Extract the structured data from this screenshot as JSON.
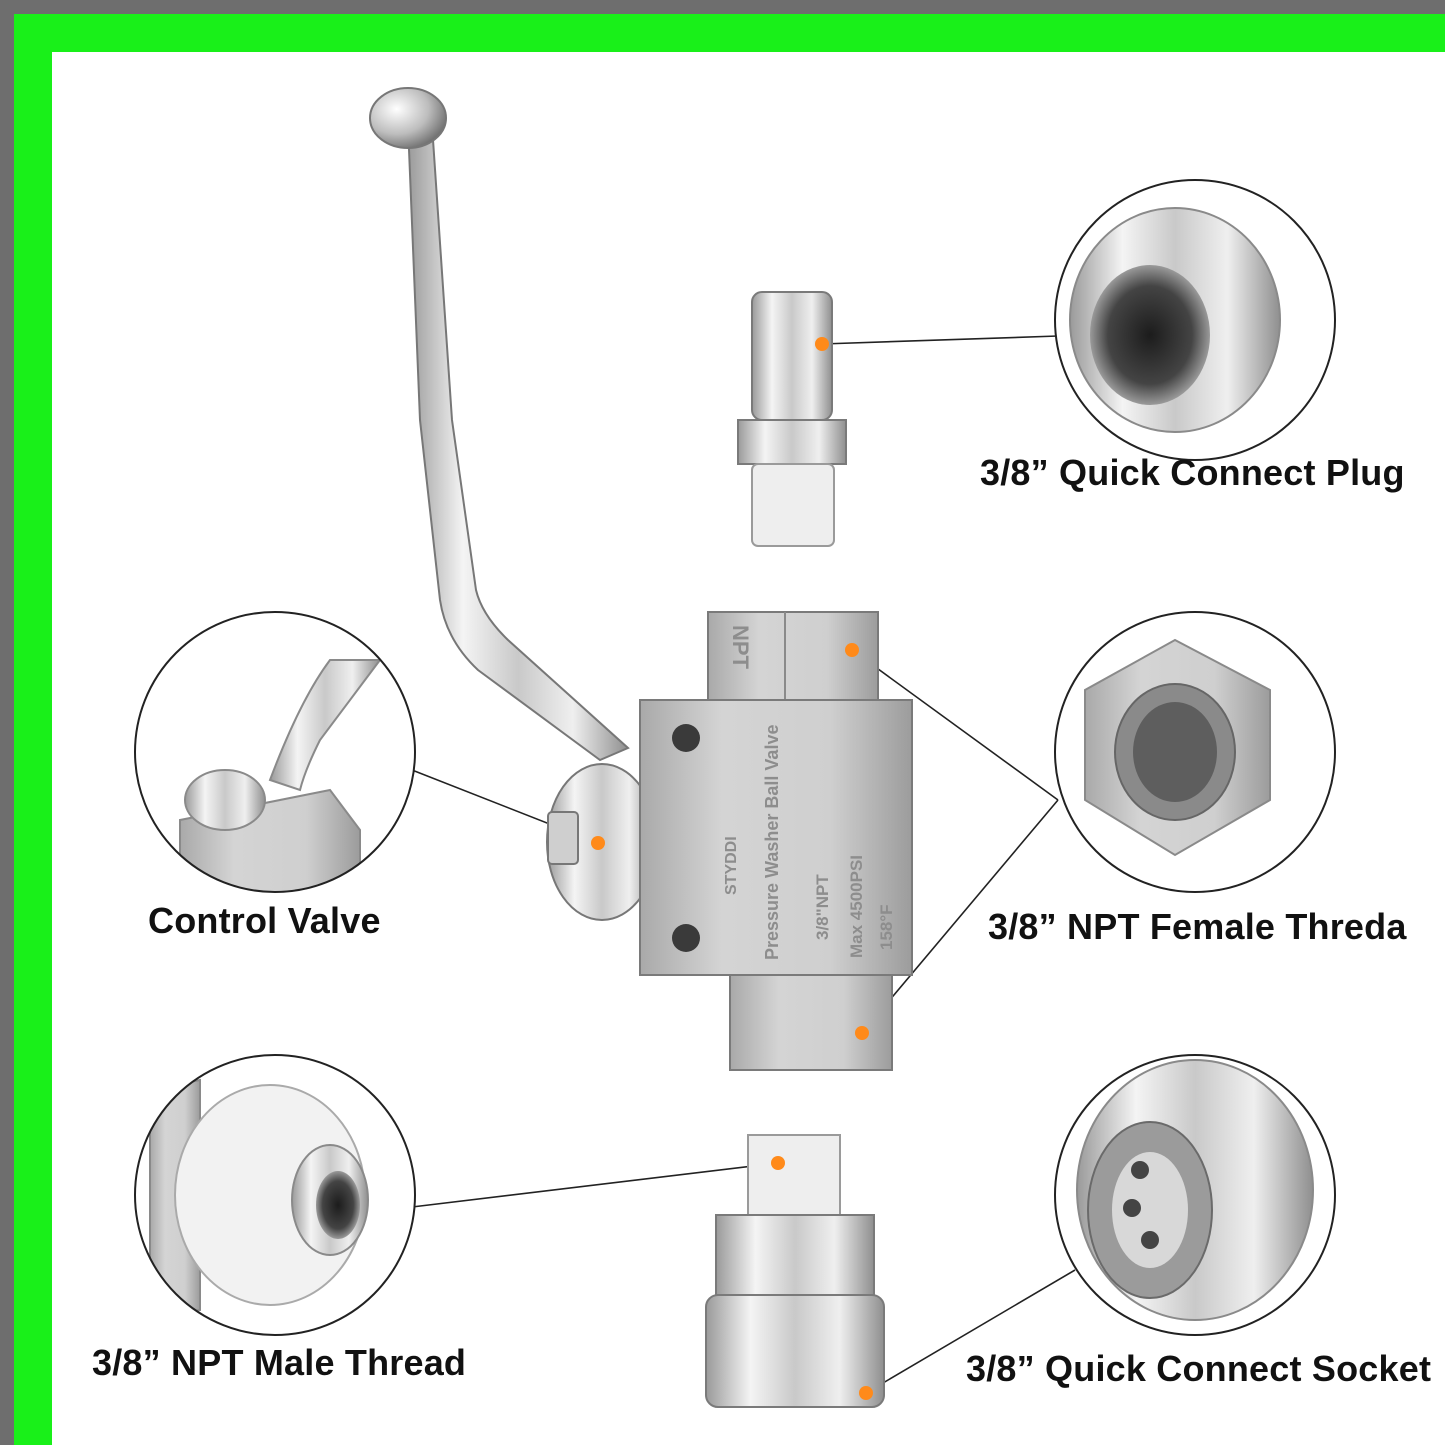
{
  "callouts": {
    "plug": "3/8” Quick Connect Plug",
    "female": "3/8” NPT Female Threda",
    "control": "Control Valve",
    "male": "3/8” NPT Male Thread",
    "socket": "3/8” Quick Connect Socket"
  },
  "body_engraving": {
    "brand": "STYDDI",
    "name": "Pressure Washer Ball Valve",
    "size": "3/8\"NPT",
    "pressure": "Max 4500PSI",
    "temp": "158°F",
    "npt_mark": "NPT"
  },
  "colors": {
    "frame_gray": "#6e6e6e",
    "frame_green": "#19f019",
    "marker_orange": "#ff8a1a"
  }
}
